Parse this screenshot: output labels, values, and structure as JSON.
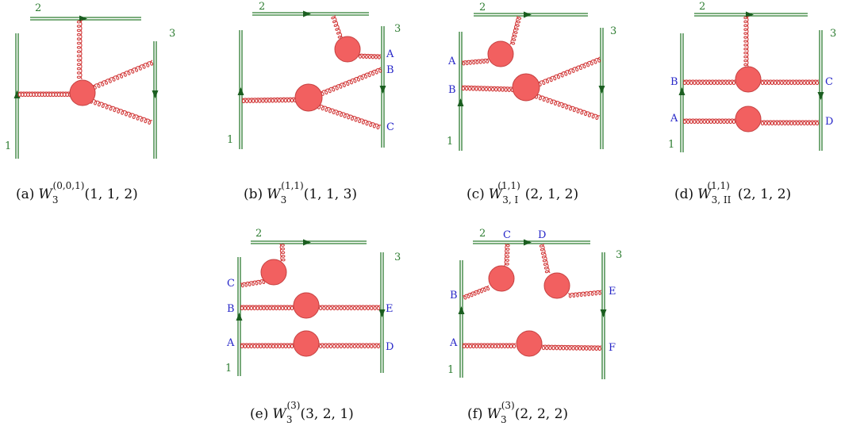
{
  "panels": [
    {
      "id": "a",
      "line_labels": [
        "1",
        "2",
        "3"
      ],
      "endpoint_labels": [],
      "caption": {
        "tag": "(a)",
        "sub": "3",
        "sup": "(0,0,1)",
        "args": "(1, 1, 2)"
      }
    },
    {
      "id": "b",
      "line_labels": [
        "1",
        "2",
        "3"
      ],
      "endpoint_labels": [
        "A",
        "B",
        "C"
      ],
      "caption": {
        "tag": "(b)",
        "sub": "3",
        "sup": "(1,1)",
        "args": "(1, 1, 3)"
      }
    },
    {
      "id": "c",
      "line_labels": [
        "1",
        "2",
        "3"
      ],
      "endpoint_labels": [
        "A",
        "B"
      ],
      "caption": {
        "tag": "(c)",
        "sub": "3, I",
        "sup": "(1,1)",
        "args": "(2, 1, 2)"
      }
    },
    {
      "id": "d",
      "line_labels": [
        "1",
        "2",
        "3"
      ],
      "endpoint_labels": [
        "B",
        "C",
        "A",
        "D"
      ],
      "caption": {
        "tag": "(d)",
        "sub": "3, II",
        "sup": "(1,1)",
        "args": "(2, 1, 2)"
      }
    },
    {
      "id": "e",
      "line_labels": [
        "1",
        "2",
        "3"
      ],
      "endpoint_labels": [
        "C",
        "B",
        "E",
        "A",
        "D"
      ],
      "caption": {
        "tag": "(e)",
        "sub": "3",
        "sup": "(3)",
        "args": "(3, 2, 1)"
      }
    },
    {
      "id": "f",
      "line_labels": [
        "1",
        "2",
        "3"
      ],
      "endpoint_labels": [
        "C",
        "D",
        "B",
        "E",
        "A",
        "F"
      ],
      "caption": {
        "tag": "(f)",
        "sub": "3",
        "sup": "(3)",
        "args": "(2, 2, 2)"
      }
    }
  ],
  "caption_symbol": "W",
  "colors": {
    "wilson_line": "#2e7d32",
    "gluon": "#d23a3a",
    "blob": "#f26060",
    "endpoint_label": "#2727c8"
  }
}
